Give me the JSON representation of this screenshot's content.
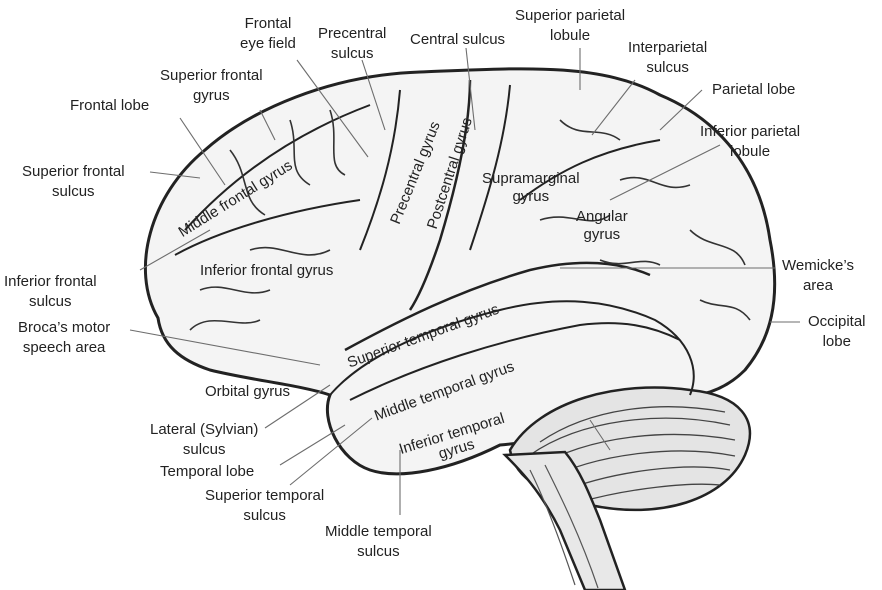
{
  "labels": {
    "frontal_eye_field": [
      "Frontal",
      "eye field"
    ],
    "precentral_sulcus": [
      "Precentral",
      "sulcus"
    ],
    "central_sulcus": "Central sulcus",
    "superior_parietal_lobule": [
      "Superior parietal",
      "lobule"
    ],
    "interparietal_sulcus": [
      "Interparietal",
      "sulcus"
    ],
    "parietal_lobe": "Parietal lobe",
    "inferior_parietal_lobule": [
      "Inferior parietal",
      "lobule"
    ],
    "superior_frontal_gyrus": [
      "Superior frontal",
      "gyrus"
    ],
    "frontal_lobe": "Frontal lobe",
    "superior_frontal_sulcus": [
      "Superior frontal",
      "sulcus"
    ],
    "inferior_frontal_sulcus": [
      "Inferior frontal",
      "sulcus"
    ],
    "brocas_area": [
      "Broca’s motor",
      "speech area"
    ],
    "wernickes_area": [
      "Wemicke’s",
      "area"
    ],
    "occipital_lobe": [
      "Occipital",
      "lobe"
    ],
    "lateral_sulcus": [
      "Lateral (Sylvian)",
      "sulcus"
    ],
    "temporal_lobe": "Temporal lobe",
    "superior_temporal_sulcus": [
      "Superior temporal",
      "sulcus"
    ],
    "middle_temporal_sulcus": [
      "Middle temporal",
      "sulcus"
    ]
  },
  "on_brain": {
    "middle_frontal_gyrus": "Middle frontal gyrus",
    "precentral_gyrus": "Precentral gyrus",
    "postcentral_gyrus": "Postcentral gyrus",
    "supramarginal_gyrus": [
      "Supramarginal",
      "gyrus"
    ],
    "angular_gyrus": [
      "Angular",
      "gyrus"
    ],
    "inferior_frontal_gyrus": "Inferior frontal gyrus",
    "superior_temporal_gyrus": "Superior temporal gyrus",
    "middle_temporal_gyrus": "Middle temporal gyrus",
    "inferior_temporal_gyrus": [
      "Inferior temporal",
      "gyrus"
    ],
    "orbital_gyrus": "Orbital gyrus"
  }
}
